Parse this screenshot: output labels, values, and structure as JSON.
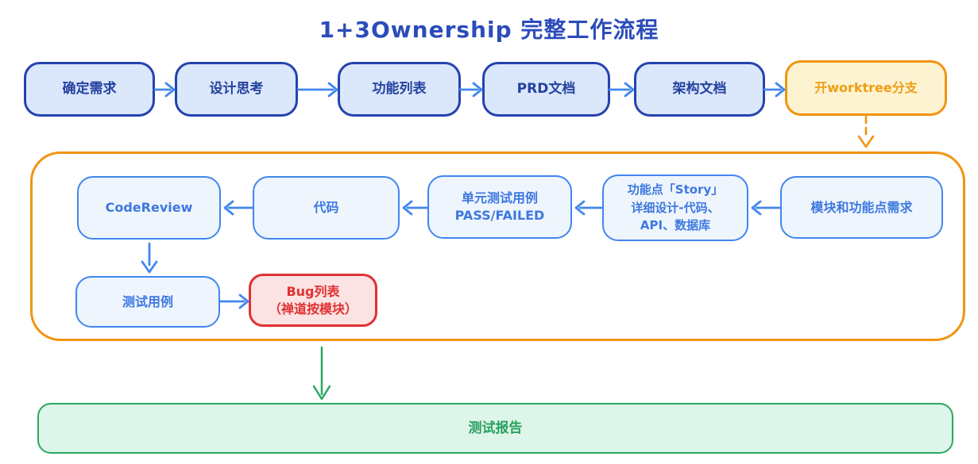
{
  "title": "1+3Ownership 完整工作流程",
  "colors": {
    "title_blue": "#2c4cbb",
    "navy_border": "#2543ae",
    "navy_text": "#24429f",
    "navy_fill": "#dbe7fb",
    "accent_blue": "#4186f0",
    "inner_fill": "#eef5fd",
    "inner_text": "#3e78e0",
    "orange": "#f19410",
    "orange_fill": "#fdf3d1",
    "orange_text": "#f09d12",
    "red": "#e03131",
    "red_fill": "#fbe3e3",
    "green": "#2aa863",
    "green_text": "#27a05e",
    "green_fill": "#def5ea"
  },
  "top_row": {
    "nodes": [
      {
        "label": "确定需求"
      },
      {
        "label": "设计思考"
      },
      {
        "label": "功能列表"
      },
      {
        "label": "PRD文档"
      },
      {
        "label": "架构文档"
      },
      {
        "label": "开worktree分支"
      }
    ]
  },
  "dev_loop": {
    "nodes": [
      {
        "label": "模块和功能点需求"
      },
      {
        "label": "功能点「Story」\n详细设计-代码、\nAPI、数据库"
      },
      {
        "label": "单元测试用例\nPASS/FAILED"
      },
      {
        "label": "代码"
      },
      {
        "label": "CodeReview"
      },
      {
        "label": "测试用例"
      },
      {
        "label": "Bug列表\n（禅道按模块）"
      }
    ]
  },
  "report": {
    "label": "测试报告"
  }
}
